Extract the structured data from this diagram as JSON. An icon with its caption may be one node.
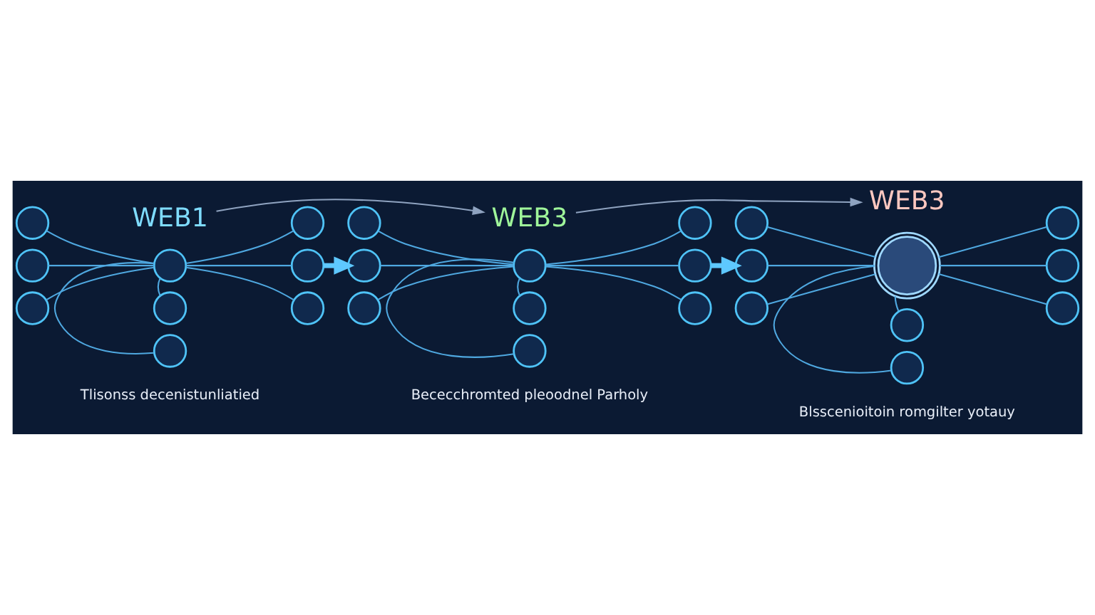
{
  "diagram": {
    "nodes": [
      {
        "text": [
          "WEB1"
        ]
      },
      {
        "text": [
          "WEB3"
        ]
      },
      {
        "text": [
          "WEB3"
        ]
      },
      {
        "text": [],
        "shape": "circle"
      },
      {
        "text": [],
        "shape": "circle"
      },
      {
        "text": [],
        "shape": "circle"
      },
      {
        "text": [],
        "shape": "circle"
      },
      {
        "text": [],
        "shape": "circle"
      },
      {
        "text": [],
        "shape": "circle"
      },
      {
        "text": [],
        "shape": "circle"
      },
      {
        "text": [],
        "shape": "circle"
      },
      {
        "text": [],
        "shape": "circle"
      },
      {
        "text": [],
        "shape": "circle"
      },
      {
        "text": [],
        "shape": "circle"
      },
      {
        "text": [],
        "shape": "circle"
      },
      {
        "text": [],
        "shape": "circle"
      },
      {
        "text": [],
        "shape": "circle"
      },
      {
        "text": [],
        "shape": "circle"
      },
      {
        "text": [],
        "shape": "circle"
      },
      {
        "text": [],
        "shape": "circle"
      },
      {
        "text": [],
        "shape": "circle"
      },
      {
        "text": [],
        "shape": "person"
      },
      {
        "text": [],
        "shape": "circle"
      },
      {
        "text": [],
        "shape": "circle"
      },
      {
        "text": [],
        "shape": "circle"
      },
      {
        "text": [],
        "shape": "circle"
      },
      {
        "text": [],
        "shape": "circle"
      },
      {
        "text": [],
        "shape": "circle"
      },
      {
        "text": [],
        "shape": "circle"
      },
      {
        "text": [],
        "shape": "circle"
      }
    ],
    "edges": [
      {
        "from": 0,
        "to": 1,
        "arrow": "to",
        "color": "#8fa3c0"
      },
      {
        "from": 1,
        "to": 2,
        "arrow": "to",
        "color": "#8fa3c0"
      },
      {
        "from": 3,
        "to": 4,
        "arrow": "none"
      },
      {
        "from": 5,
        "to": 3,
        "arrow": "none"
      },
      {
        "from": 3,
        "to": 6,
        "arrow": "none"
      },
      {
        "from": 7,
        "to": 3,
        "arrow": "none"
      },
      {
        "from": 3,
        "to": 8,
        "arrow": "none"
      },
      {
        "from": 9,
        "to": 3,
        "arrow": "none"
      },
      {
        "from": 3,
        "to": 10,
        "arrow": "none"
      },
      {
        "from": 3,
        "to": 11,
        "arrow": "none"
      },
      {
        "from": 12,
        "to": 13,
        "arrow": "none"
      },
      {
        "from": 14,
        "to": 12,
        "arrow": "none"
      },
      {
        "from": 12,
        "to": 15,
        "arrow": "none"
      },
      {
        "from": 16,
        "to": 12,
        "arrow": "none"
      },
      {
        "from": 12,
        "to": 17,
        "arrow": "none"
      },
      {
        "from": 18,
        "to": 12,
        "arrow": "none"
      },
      {
        "from": 12,
        "to": 19,
        "arrow": "none"
      },
      {
        "from": 12,
        "to": 20,
        "arrow": "none"
      },
      {
        "from": 21,
        "to": 22,
        "arrow": "none"
      },
      {
        "from": 23,
        "to": 21,
        "arrow": "none"
      },
      {
        "from": 21,
        "to": 24,
        "arrow": "none"
      },
      {
        "from": 25,
        "to": 21,
        "arrow": "none"
      },
      {
        "from": 21,
        "to": 26,
        "arrow": "none"
      },
      {
        "from": 27,
        "to": 21,
        "arrow": "none"
      },
      {
        "from": 21,
        "to": 28,
        "arrow": "none"
      },
      {
        "from": 21,
        "to": 29,
        "arrow": "none"
      },
      {
        "from": 8,
        "to": 16,
        "arrow": "to",
        "style": "thick",
        "color": "#5ec8ff"
      },
      {
        "from": 17,
        "to": 25,
        "arrow": "to",
        "style": "thick",
        "color": "#5ec8ff"
      }
    ],
    "labels": [
      "Tlisonss decenistunliatied",
      "Bececchromted pleoodnel Parholy",
      "Blsscenioitoin romgilter yotauy"
    ]
  }
}
